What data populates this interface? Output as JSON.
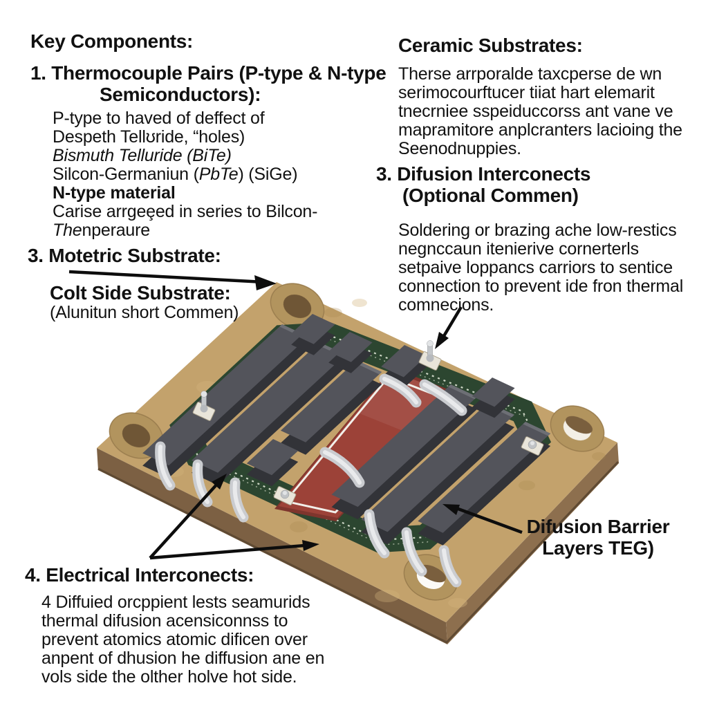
{
  "colors": {
    "background": "#ffffff",
    "text": "#111111",
    "arrow": "#0d0d0d",
    "board_top": "#c3a26c",
    "board_side": "#7c6043",
    "board_side2": "#8d6f4e",
    "pcb_green": "#2c4630",
    "plate_red": "#9c4238",
    "plate_red_deep": "#7e352d",
    "block_dark": "#323338",
    "block_top": "#53545b",
    "metal": "#caccd0",
    "metal_highlight": "#e9eaec",
    "hole": "#6f5636"
  },
  "key": {
    "heading": "Key Components:",
    "item1_line1": "1. Thermocouple Pairs (P-type & N-type",
    "item1_line2": "Semiconductors):",
    "p_type": {
      "line1": "P-type to haved of deffect of",
      "line2": "Despeth Tellʊride, “holes)",
      "line3": "Bismuth Telluride (BiTe)",
      "line4_a": "Silcon-Germaniun (",
      "line4_b": "PbTe",
      "line4_c": ") (SiGe)"
    },
    "n_type": {
      "heading": "N-type material",
      "line1": "Carise arrgeȩed in series to Bilcon-",
      "line2_a": "The",
      "line2_b": "nperaure"
    },
    "item3_heading": "3. Motetric Substrate:",
    "cold_side": {
      "heading": "Colt Side Substrate:",
      "line1": "(Alunitun short Commen)"
    }
  },
  "ceramic": {
    "heading": "Ceramic Substrates:",
    "body": [
      "Therse arrporalde taxcperse de wn",
      "serimocourftucer tiiat hart elemarit",
      "tnecrniee sspeiduccorss ant vane ve",
      "mapramitore anplcranters lacioing the",
      "Seenodnuppies."
    ]
  },
  "difusion": {
    "heading_line1": "3. Difusion Interconects",
    "heading_line2": "(Optional Commen)",
    "body": [
      "Soldering or brazing ache low-restics",
      "negnccaun itenierive cornerterls",
      "setpaive loppancs carriors to sentice",
      "connection to prevent ide fron thermal",
      "comnecions."
    ]
  },
  "barrier": {
    "line1": "Difusion Barrier",
    "line2": "Layers TEG)"
  },
  "electrical": {
    "heading": "4. Electrical Interconects:",
    "body": [
      "4 Diffuied orcppient lests seamurids",
      "thermal difusion acensiconnss to",
      "prevent atomics atomic dificen over",
      "anpent of dhusion he diffusion ane en",
      "vols side the olther holve hot side."
    ]
  }
}
